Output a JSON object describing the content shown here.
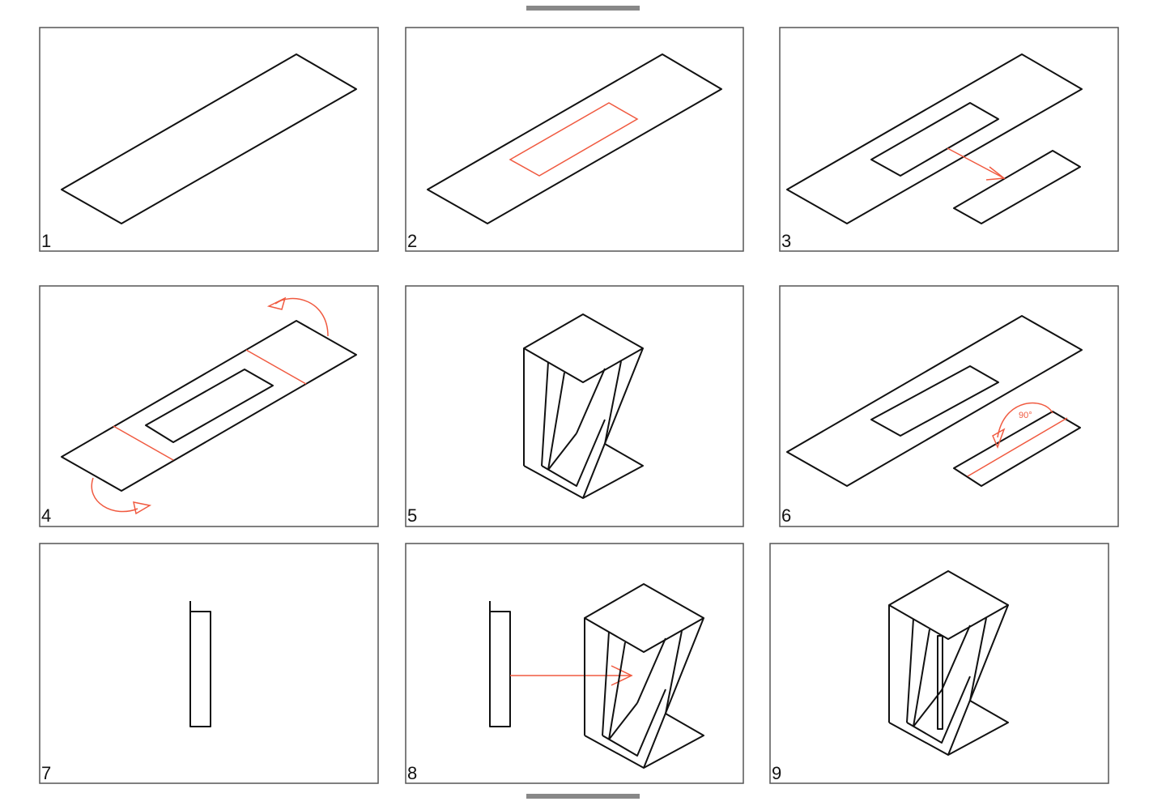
{
  "title": "Assembly steps diagram",
  "panels": [
    {
      "label": "1"
    },
    {
      "label": "2"
    },
    {
      "label": "3"
    },
    {
      "label": "4"
    },
    {
      "label": "5"
    },
    {
      "label": "6"
    },
    {
      "label": "7"
    },
    {
      "label": "8"
    },
    {
      "label": "9"
    }
  ],
  "annotations": {
    "angle": "90°"
  },
  "colors": {
    "line": "#111111",
    "accent": "#f05a40"
  }
}
